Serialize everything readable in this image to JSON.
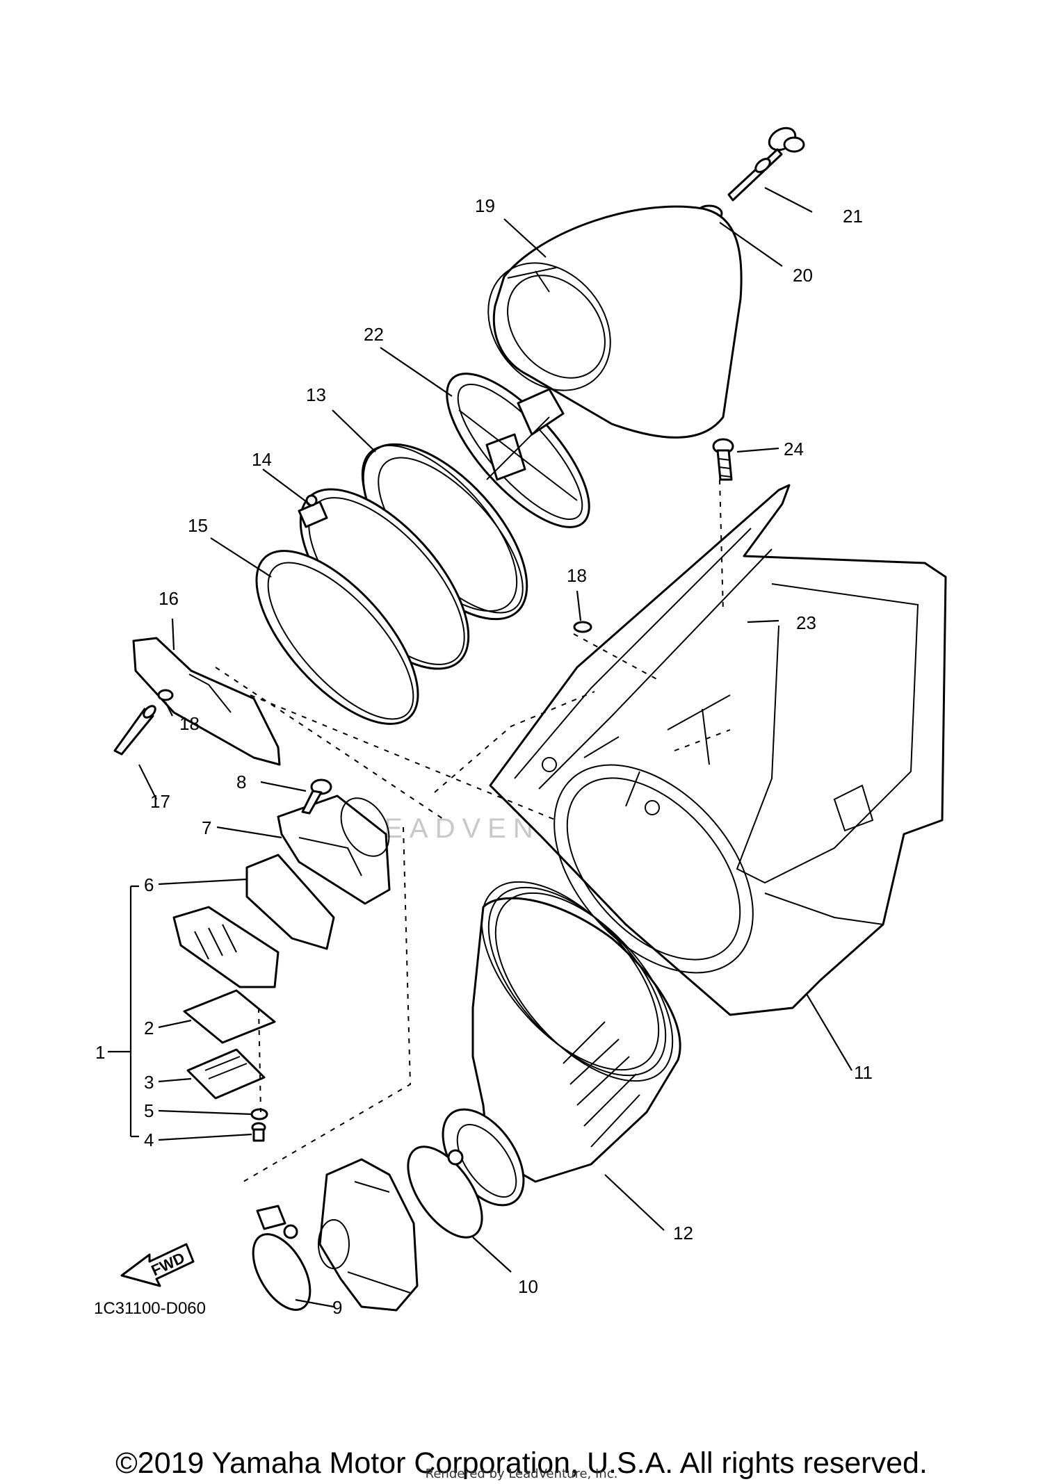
{
  "callouts": [
    "1",
    "2",
    "3",
    "4",
    "5",
    "6",
    "7",
    "8",
    "9",
    "10",
    "11",
    "12",
    "13",
    "14",
    "15",
    "16",
    "17",
    "18",
    "18",
    "19",
    "20",
    "21",
    "22",
    "23",
    "24"
  ],
  "diagram_code": "1C31100-D060",
  "fwd_label": "FWD",
  "watermark": "LEADVENTURE",
  "copyright": "©2019 Yamaha Motor Corporation, U.S.A. All rights reserved.",
  "rendered_by": "Rendered by LeadVenture, Inc."
}
